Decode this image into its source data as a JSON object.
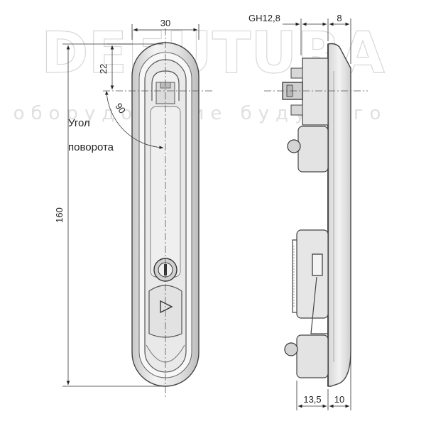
{
  "dimensions": {
    "width_top": "30",
    "offset_22": "22",
    "angle": "90",
    "height": "160",
    "gh": "GH12,8",
    "depth_top": "8",
    "depth_bottom_a": "13,5",
    "depth_bottom_b": "10"
  },
  "note": {
    "line1": "Угол",
    "line2": "поворота"
  },
  "watermark": {
    "main": "DEFUTURA",
    "sub": "оборудование будущего"
  },
  "colors": {
    "line": "#333333",
    "body_fill": "#eeeeee",
    "shade": "#cfcfcf"
  }
}
